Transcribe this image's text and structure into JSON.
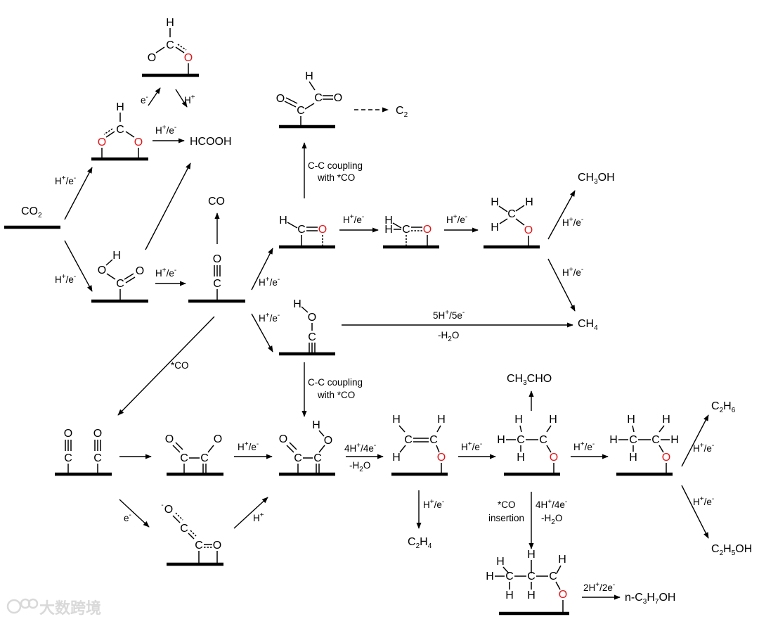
{
  "labels": {
    "co2_pre": "CO",
    "co2_sub": "2",
    "hcooh": "HCOOH",
    "co": "CO",
    "c2_pre": "C",
    "c2_sub": "2",
    "ch3oh_pre": "CH",
    "ch3oh_sub": "3",
    "ch3oh_post": "OH",
    "ch4_pre": "CH",
    "ch4_sub": "4",
    "ch3cho_pre": "CH",
    "ch3cho_sub": "3",
    "ch3cho_post": "CHO",
    "c2h6_a": "C",
    "c2h6_s1": "2",
    "c2h6_b": "H",
    "c2h6_s2": "6",
    "c2h4_a": "C",
    "c2h4_s1": "2",
    "c2h4_b": "H",
    "c2h4_s2": "4",
    "c2h5oh_a": "C",
    "c2h5oh_s1": "2",
    "c2h5oh_b": "H",
    "c2h5oh_s2": "5",
    "c2h5oh_c": "OH",
    "nprop_a": "n-C",
    "nprop_s1": "3",
    "nprop_b": "H",
    "nprop_s2": "7",
    "nprop_c": "OH"
  },
  "conditions": {
    "h": "H",
    "plus": "+",
    "minus": "-",
    "slash_e": "/e",
    "e": "e",
    "cc_coupling": "C-C coupling",
    "with_co": "with *CO",
    "star_co": "*CO",
    "insertion": "insertion",
    "five_h": "5H",
    "slash_five_e": "/5e",
    "four_h": "4H",
    "slash_four_e": "/4e",
    "two_h": "2H",
    "slash_two_e": "/2e",
    "minus_h": "-H",
    "two": "2",
    "o": "O"
  },
  "atoms": {
    "C": "C",
    "O": "O",
    "H": "H"
  },
  "watermark": "大数跨境"
}
